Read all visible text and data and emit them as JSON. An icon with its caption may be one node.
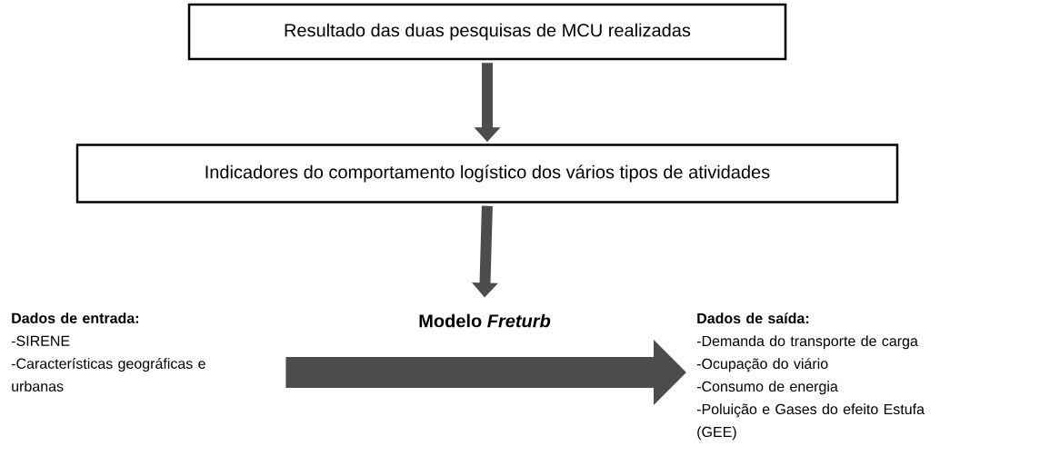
{
  "diagram": {
    "nodes": [
      {
        "text": [
          "Resultado das duas pesquisas de MCU realizadas"
        ]
      },
      {
        "text": [
          "Indicadores do comportamento logístico dos vários tipos de atividades"
        ]
      },
      {
        "text": [
          "Modelo *Freturb*"
        ]
      },
      {
        "text": [
          "Dados de entrada:",
          "-SIRENE",
          "-Características geográficas e urbanas"
        ]
      },
      {
        "text": [
          "Dados de saída:",
          "-Demanda do transporte de carga",
          "-Ocupação do viário",
          "-Consumo de energia",
          "-Poluição e Gases do efeito Estufa (GEE)"
        ]
      }
    ],
    "edges": [
      {
        "from": 0,
        "to": 1,
        "arrow": "to"
      },
      {
        "from": 1,
        "to": 2,
        "arrow": "to"
      },
      {
        "from": 3,
        "to": 4,
        "arrow": "to",
        "style": "thick"
      }
    ]
  }
}
